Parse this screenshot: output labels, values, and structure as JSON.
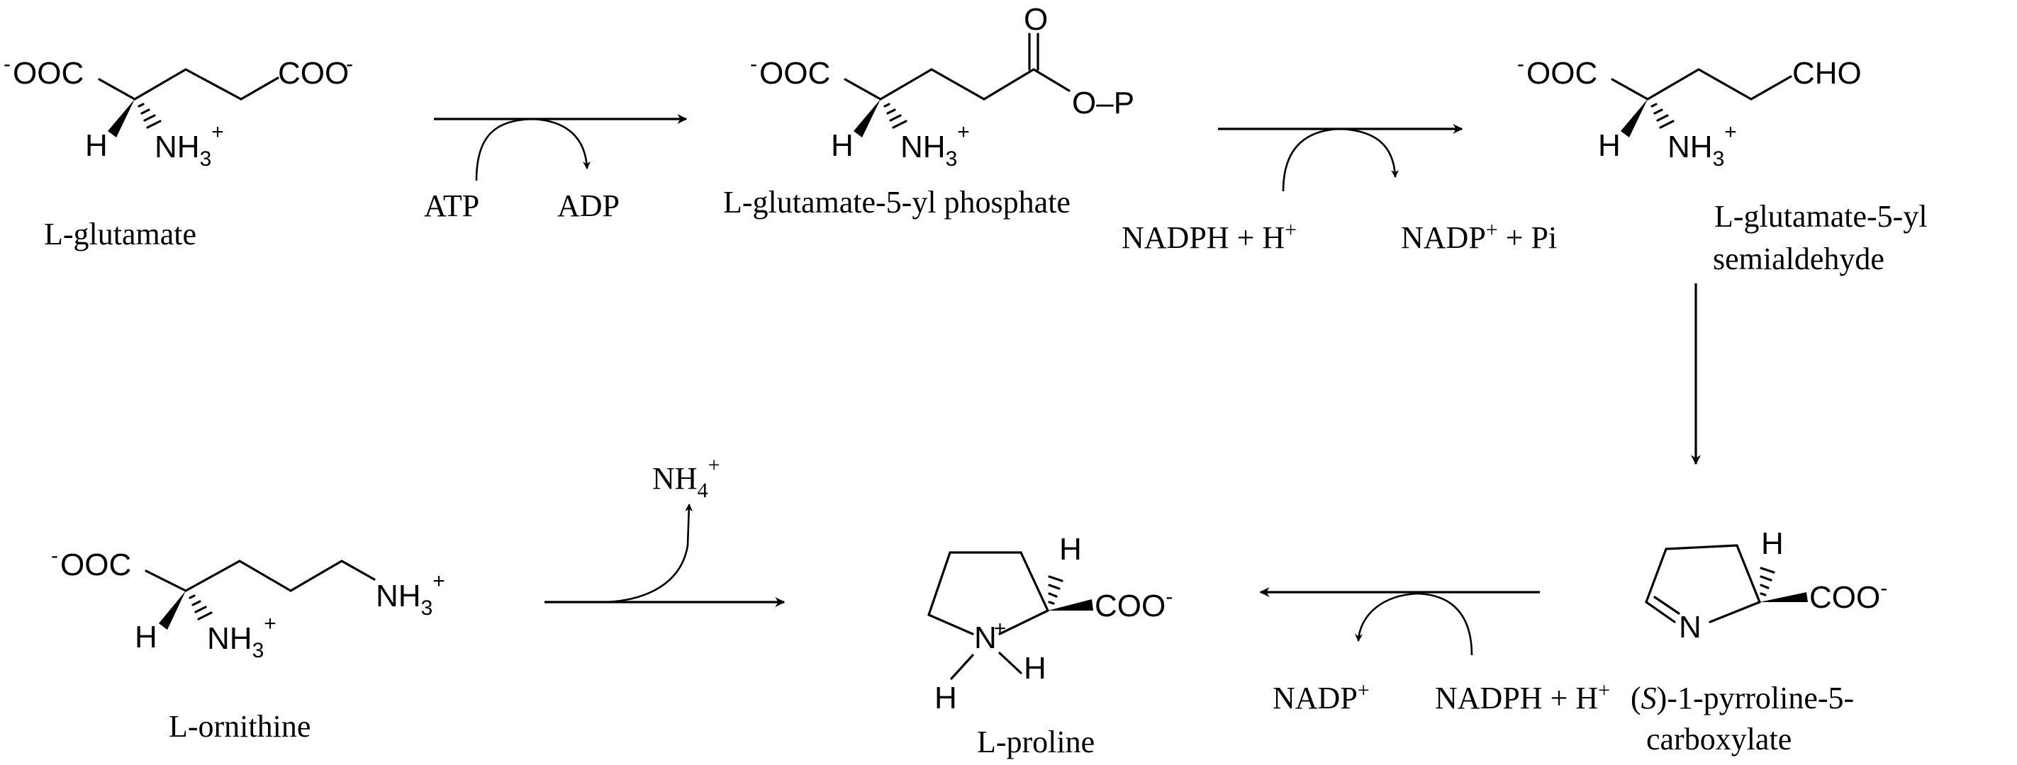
{
  "molecules": {
    "glutamate": {
      "left_group": "OOC",
      "right_group": "COO",
      "h": "H",
      "amine": "NH",
      "amine_sub": "3",
      "charge_plus": "+",
      "charge_minus": "-",
      "name": "L-glutamate"
    },
    "glutamyl_phosphate": {
      "left_group": "OOC",
      "oxygen": "O",
      "ester": "O–P",
      "h": "H",
      "amine": "NH",
      "amine_sub": "3",
      "charge_plus": "+",
      "charge_minus": "-",
      "name": "L-glutamate-5-yl phosphate"
    },
    "semialdehyde": {
      "left_group": "OOC",
      "aldehyde": "CHO",
      "h": "H",
      "amine": "NH",
      "amine_sub": "3",
      "charge_plus": "+",
      "charge_minus": "-",
      "name_line1": "L-glutamate-5-yl",
      "name_line2": "semialdehyde"
    },
    "pyrroline": {
      "h": "H",
      "nitrogen": "N",
      "carboxylate": "COO",
      "charge_minus": "-",
      "name_prefix": "(",
      "name_stereo": "S",
      "name_line1_rest": ")-1-pyrroline-5-",
      "name_line2": "carboxylate"
    },
    "proline": {
      "h_top": "H",
      "nitrogen": "N",
      "charge_plus": "+",
      "h_left": "H",
      "h_right": "H",
      "carboxylate": "COO",
      "charge_minus": "-",
      "name": "L-proline"
    },
    "ornithine": {
      "left_group": "OOC",
      "h": "H",
      "amine": "NH",
      "amine_sub": "3",
      "terminal_amine": "NH",
      "terminal_sub": "3",
      "charge_plus": "+",
      "charge_minus": "-",
      "name": "L-ornithine"
    }
  },
  "reactions": {
    "step1": {
      "in": "ATP",
      "out": "ADP"
    },
    "step2": {
      "in": "NADPH + H",
      "in_sup": "+",
      "out": "NADP",
      "out_sup": "+",
      "out_rest": " + Pi"
    },
    "step4": {
      "in": "NADPH + H",
      "in_sup": "+",
      "out": "NADP",
      "out_sup": "+"
    },
    "step5": {
      "out": "NH",
      "out_sub": "4",
      "out_sup": "+"
    }
  }
}
